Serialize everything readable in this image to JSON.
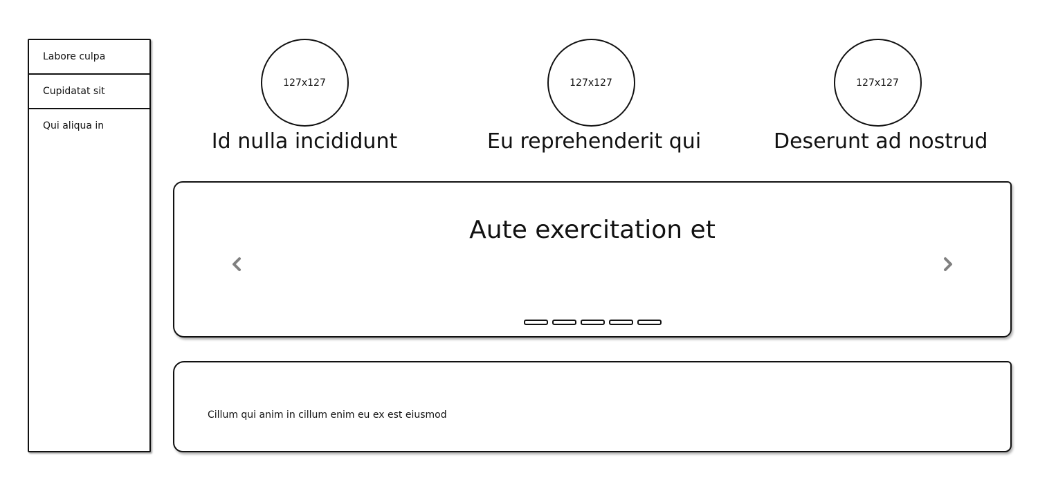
{
  "sidebar": {
    "items": [
      {
        "label": "Labore culpa"
      },
      {
        "label": "Cupidatat sit"
      },
      {
        "label": "Qui aliqua in"
      }
    ]
  },
  "cards": [
    {
      "image_placeholder": "127x127",
      "title": "Id nulla incididunt"
    },
    {
      "image_placeholder": "127x127",
      "title": "Eu reprehenderit qui"
    },
    {
      "image_placeholder": "127x127",
      "title": "Deserunt ad nostrud"
    }
  ],
  "carousel": {
    "title": "Aute exercitation et",
    "prev_icon": "chevron-left-icon",
    "next_icon": "chevron-right-icon",
    "arrow_color": "#808080",
    "slide_count": 5
  },
  "text_panel": {
    "content": "Cillum qui anim in cillum enim eu ex est eiusmod"
  }
}
